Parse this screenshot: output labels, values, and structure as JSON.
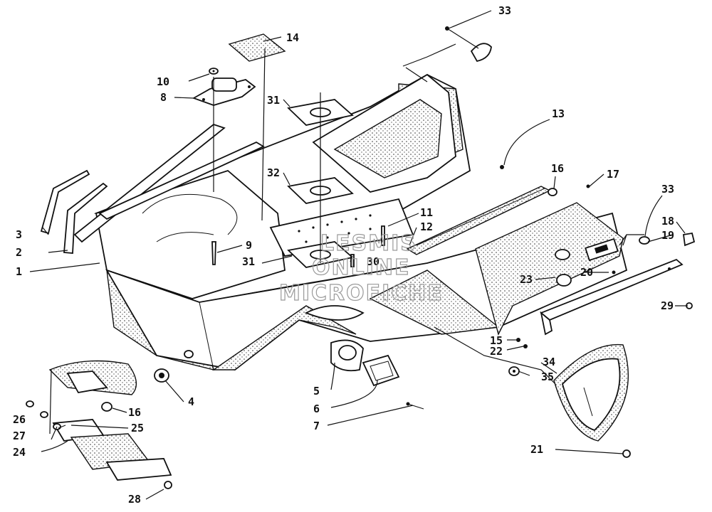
{
  "watermark": {
    "line1": "LESMIS",
    "line2": "ONLINE",
    "line3": "MICROFICHE"
  },
  "callouts": [
    "33",
    "14",
    "10",
    "8",
    "31",
    "13",
    "32",
    "16",
    "17",
    "33",
    "18",
    "19",
    "11",
    "12",
    "3",
    "2",
    "9",
    "31",
    "30",
    "20",
    "1",
    "23",
    "29",
    "15",
    "22",
    "34",
    "35",
    "5",
    "4",
    "16",
    "6",
    "7",
    "26",
    "25",
    "27",
    "24",
    "21",
    "28"
  ]
}
